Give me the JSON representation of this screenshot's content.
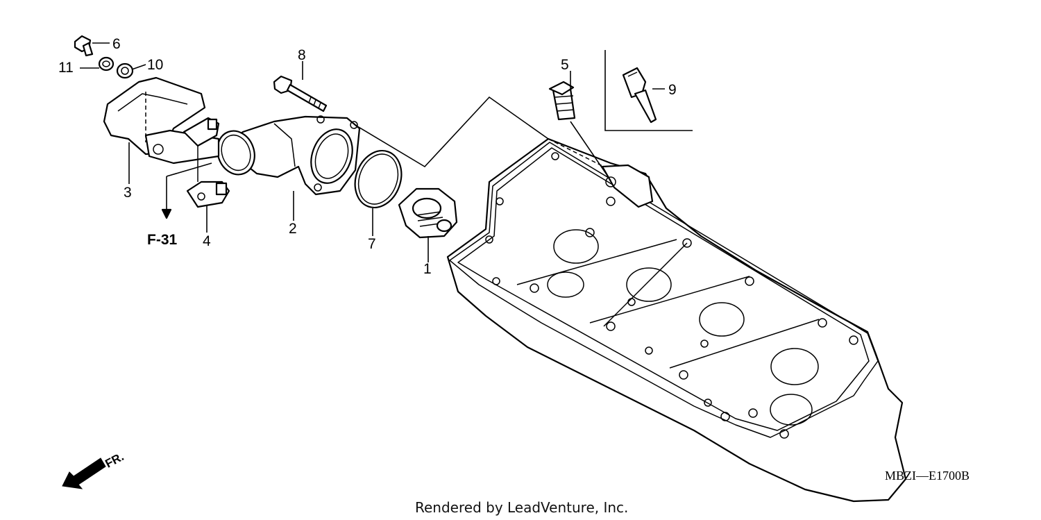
{
  "callouts": [
    "1",
    "2",
    "3",
    "4",
    "5",
    "6",
    "7",
    "8",
    "9",
    "10",
    "11"
  ],
  "ref_label": "F-31",
  "front_label": "FR.",
  "diagram_code": "MBZI—E1700B",
  "credit": "Rendered by LeadVenture, Inc."
}
